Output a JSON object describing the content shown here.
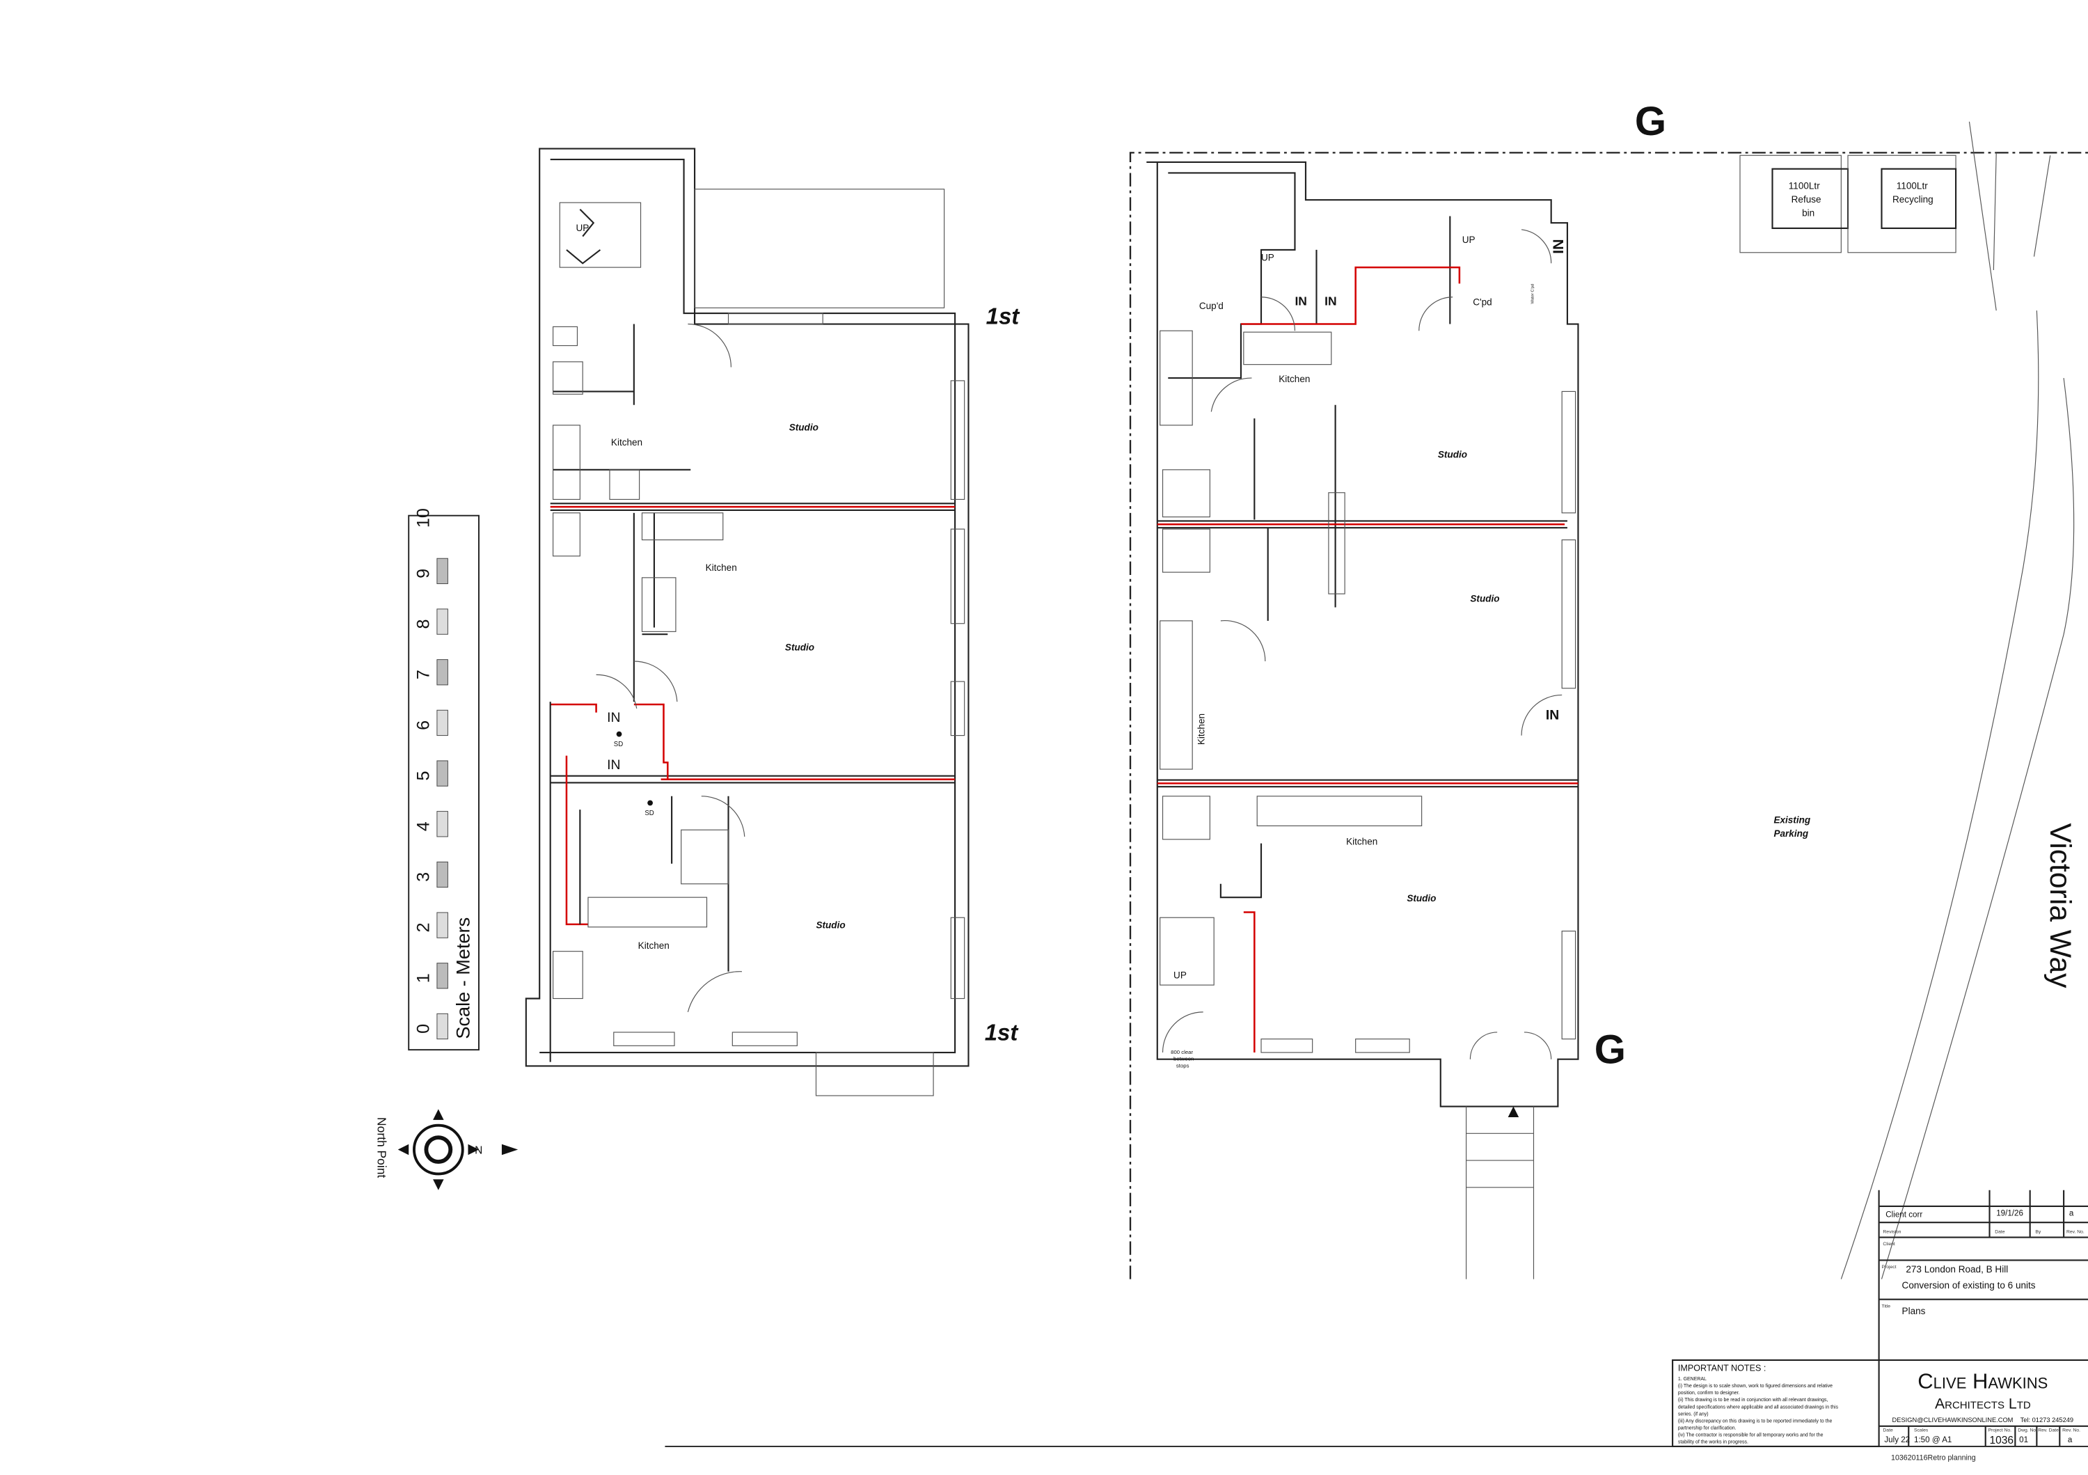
{
  "first_floor": {
    "level_label_top": "1st",
    "level_label_bottom": "1st",
    "rooms": [
      "Studio",
      "Kitchen",
      "Studio",
      "Kitchen",
      "Studio",
      "Kitchen"
    ],
    "stair_label": "UP",
    "entry_labels": [
      "IN",
      "IN"
    ],
    "smoke_detectors": [
      "SD",
      "SD"
    ]
  },
  "ground_floor": {
    "grid_label_top": "G",
    "grid_label_bottom": "G",
    "rooms": [
      "Kitchen",
      "Studio",
      "Studio",
      "Kitchen",
      "Kitchen",
      "Studio"
    ],
    "cupboards": [
      "Cup'd",
      "C'pd",
      "Water C'pd"
    ],
    "stair_labels": [
      "UP",
      "UP",
      "UP"
    ],
    "entry_labels": [
      "IN",
      "IN",
      "IN",
      "IN"
    ],
    "note_800": [
      "800 clear",
      "between",
      "stops"
    ]
  },
  "site": {
    "refuse_bin": [
      "1100Ltr",
      "Refuse",
      "bin"
    ],
    "recycling_bin": [
      "1100Ltr",
      "Recycling"
    ],
    "parking_label": [
      "Existing",
      "Parking"
    ],
    "road_name": "Victoria Way"
  },
  "scale_bar": {
    "label": "Scale - Meters",
    "ticks": [
      "0",
      "1",
      "2",
      "3",
      "4",
      "5",
      "6",
      "7",
      "8",
      "9",
      "10"
    ]
  },
  "north_point": {
    "label": "North Point",
    "letter": "N"
  },
  "title_block": {
    "revision": {
      "description": "Client corr",
      "date": "19/1/26",
      "by": "",
      "rev_no": "a"
    },
    "revision_headers": {
      "revision": "Revision",
      "date": "Date",
      "by": "By",
      "rev_no": "Rev. No."
    },
    "client_label": "Client",
    "project_label": "Project",
    "project_line1": "273 London Road, B Hill",
    "project_line2": "Conversion of existing to 6 units",
    "title_label": "Title",
    "title": "Plans",
    "firm_line1": "Clive Hawkins",
    "firm_line2": "Architects Ltd",
    "contact": "DESIGN@CLIVEHAWKINSONLINE.COM    Tel: 01273 245249",
    "date_label": "Date",
    "date": "July 22",
    "scales_label": "Scales",
    "scales": "1:50 @ A1",
    "project_no_label": "Project No.",
    "project_no": "1036",
    "dwg_no_label": "Dwg. No.",
    "dwg_no": "01",
    "rev_date_label": "Rev. Date.",
    "rev_date": "",
    "rev_no_label": "Rev. No.",
    "rev_no": "a",
    "file_ref": "103620116Retro planning"
  },
  "notes": {
    "title": "IMPORTANT NOTES :",
    "lines": [
      "1.      GENERAL",
      "(i)    The design is to scale shown, work to figured dimensions and relative",
      "position, confirm to designer.",
      "(ii)   This drawing is to be read in conjunction with all relevant drawings,",
      "detailed specifications where applicable and all associated drawings in this",
      "series. (if any)",
      "(iii)  Any discrepancy on this drawing is to be reported immediately to the",
      "partnership for clarification.",
      "(iv)   The contractor is responsible for all temporary works and for the",
      "stability of the works in progress."
    ]
  }
}
